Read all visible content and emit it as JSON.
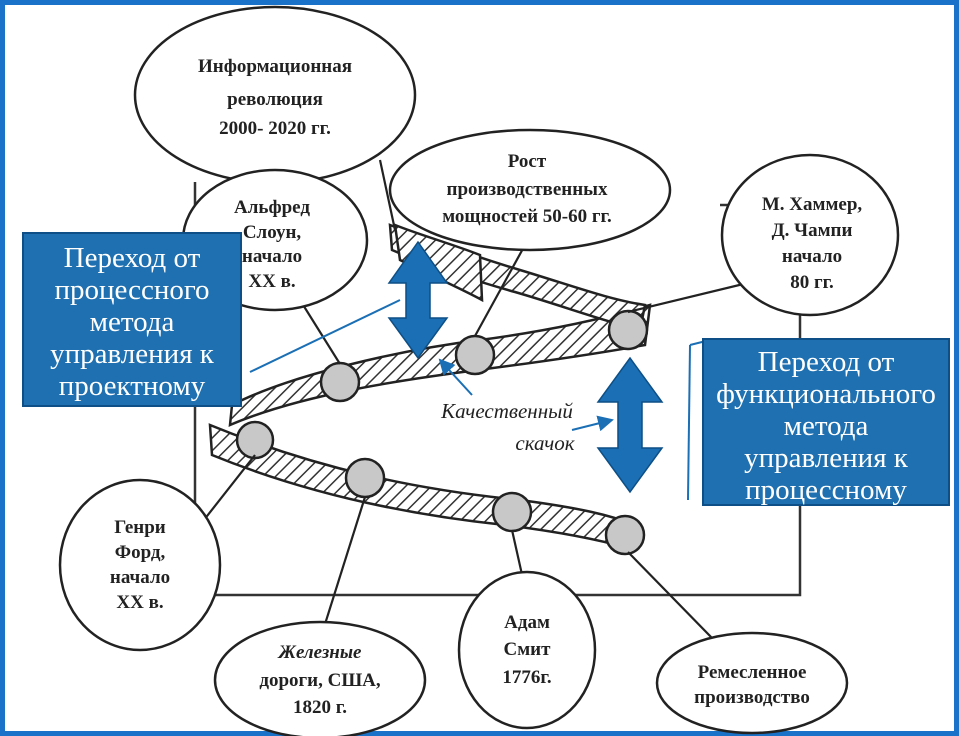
{
  "bubbles": {
    "info": [
      "Информационная",
      "революция",
      "2000- 2020 гг."
    ],
    "growth": [
      "Рост",
      "производственных",
      "мощностей 50-60 гг."
    ],
    "sloan": [
      "Альфред",
      "Слоун,",
      "начало",
      "XX в."
    ],
    "hammer": [
      "М. Хаммер,",
      "Д. Чампи",
      "начало",
      "80 гг."
    ],
    "ford": [
      "Генри",
      "Форд,",
      "начало",
      "XX в."
    ],
    "railways": [
      "Железные",
      "дороги, США,",
      "1820 г."
    ],
    "smith": [
      "Адам",
      "Смит",
      "1776г."
    ],
    "craft": [
      "Ремесленное",
      "производство"
    ]
  },
  "jump": [
    "Качественный",
    "скачок"
  ],
  "boxes": {
    "left": [
      "Переход от",
      "процессного",
      "метода",
      "управления к",
      "проектному"
    ],
    "right": [
      "Переход от",
      "функционального",
      "метода",
      "управления к",
      "процессному"
    ]
  },
  "colors": {
    "frame": "#1a73c9",
    "box": "#1f70b0",
    "arrow": "#1b6fb5",
    "node": "#c8c8c8"
  }
}
